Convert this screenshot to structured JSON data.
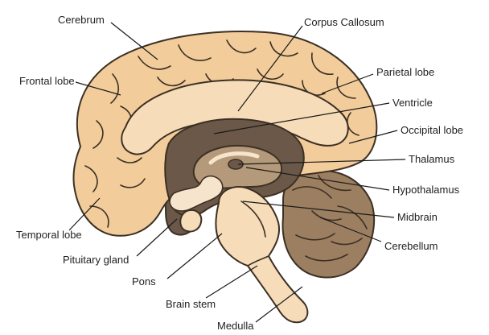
{
  "labels": {
    "cerebrum": "Cerebrum",
    "corpus_callosum": "Corpus Callosum",
    "frontal_lobe": "Frontal lobe",
    "parietal_lobe": "Parietal lobe",
    "ventricle": "Ventricle",
    "occipital_lobe": "Occipital lobe",
    "thalamus": "Thalamus",
    "hypothalamus": "Hypothalamus",
    "midbrain": "Midbrain",
    "temporal_lobe": "Temporal lobe",
    "cerebellum": "Cerebellum",
    "pituitary_gland": "Pituitary gland",
    "pons": "Pons",
    "brain_stem": "Brain stem",
    "medulla": "Medulla"
  },
  "colors": {
    "cortex": "#f2cc9a",
    "white_matter": "#f6dcb8",
    "inner_dark": "#6b5848",
    "inner_mid": "#b49a7a",
    "inner_light": "#f7e4cc",
    "cerebellum": "#9c7e60",
    "cerebellum_light": "#b3977a",
    "outline": "#3c3024"
  }
}
